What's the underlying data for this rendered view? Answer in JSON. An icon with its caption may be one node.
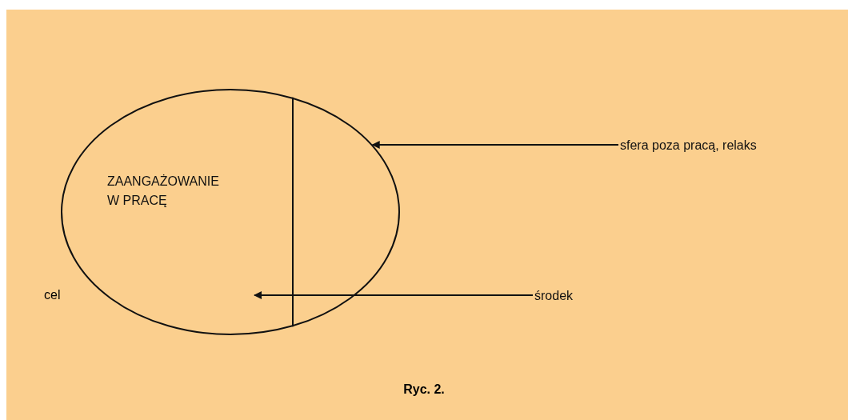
{
  "diagram": {
    "caption": "Ryc. 2.",
    "nodes": [
      {
        "text": [
          "ZAANGAŻOWANIE W PRACĘ"
        ]
      },
      {
        "text": [
          "sfera poza pracą, relaks"
        ]
      },
      {
        "text": [
          "środek"
        ]
      }
    ],
    "edges": [
      {
        "from": 1,
        "to": 0,
        "arrow": "to"
      },
      {
        "from": 2,
        "to": 0,
        "arrow": "to"
      }
    ],
    "labels": [
      "cel"
    ]
  }
}
